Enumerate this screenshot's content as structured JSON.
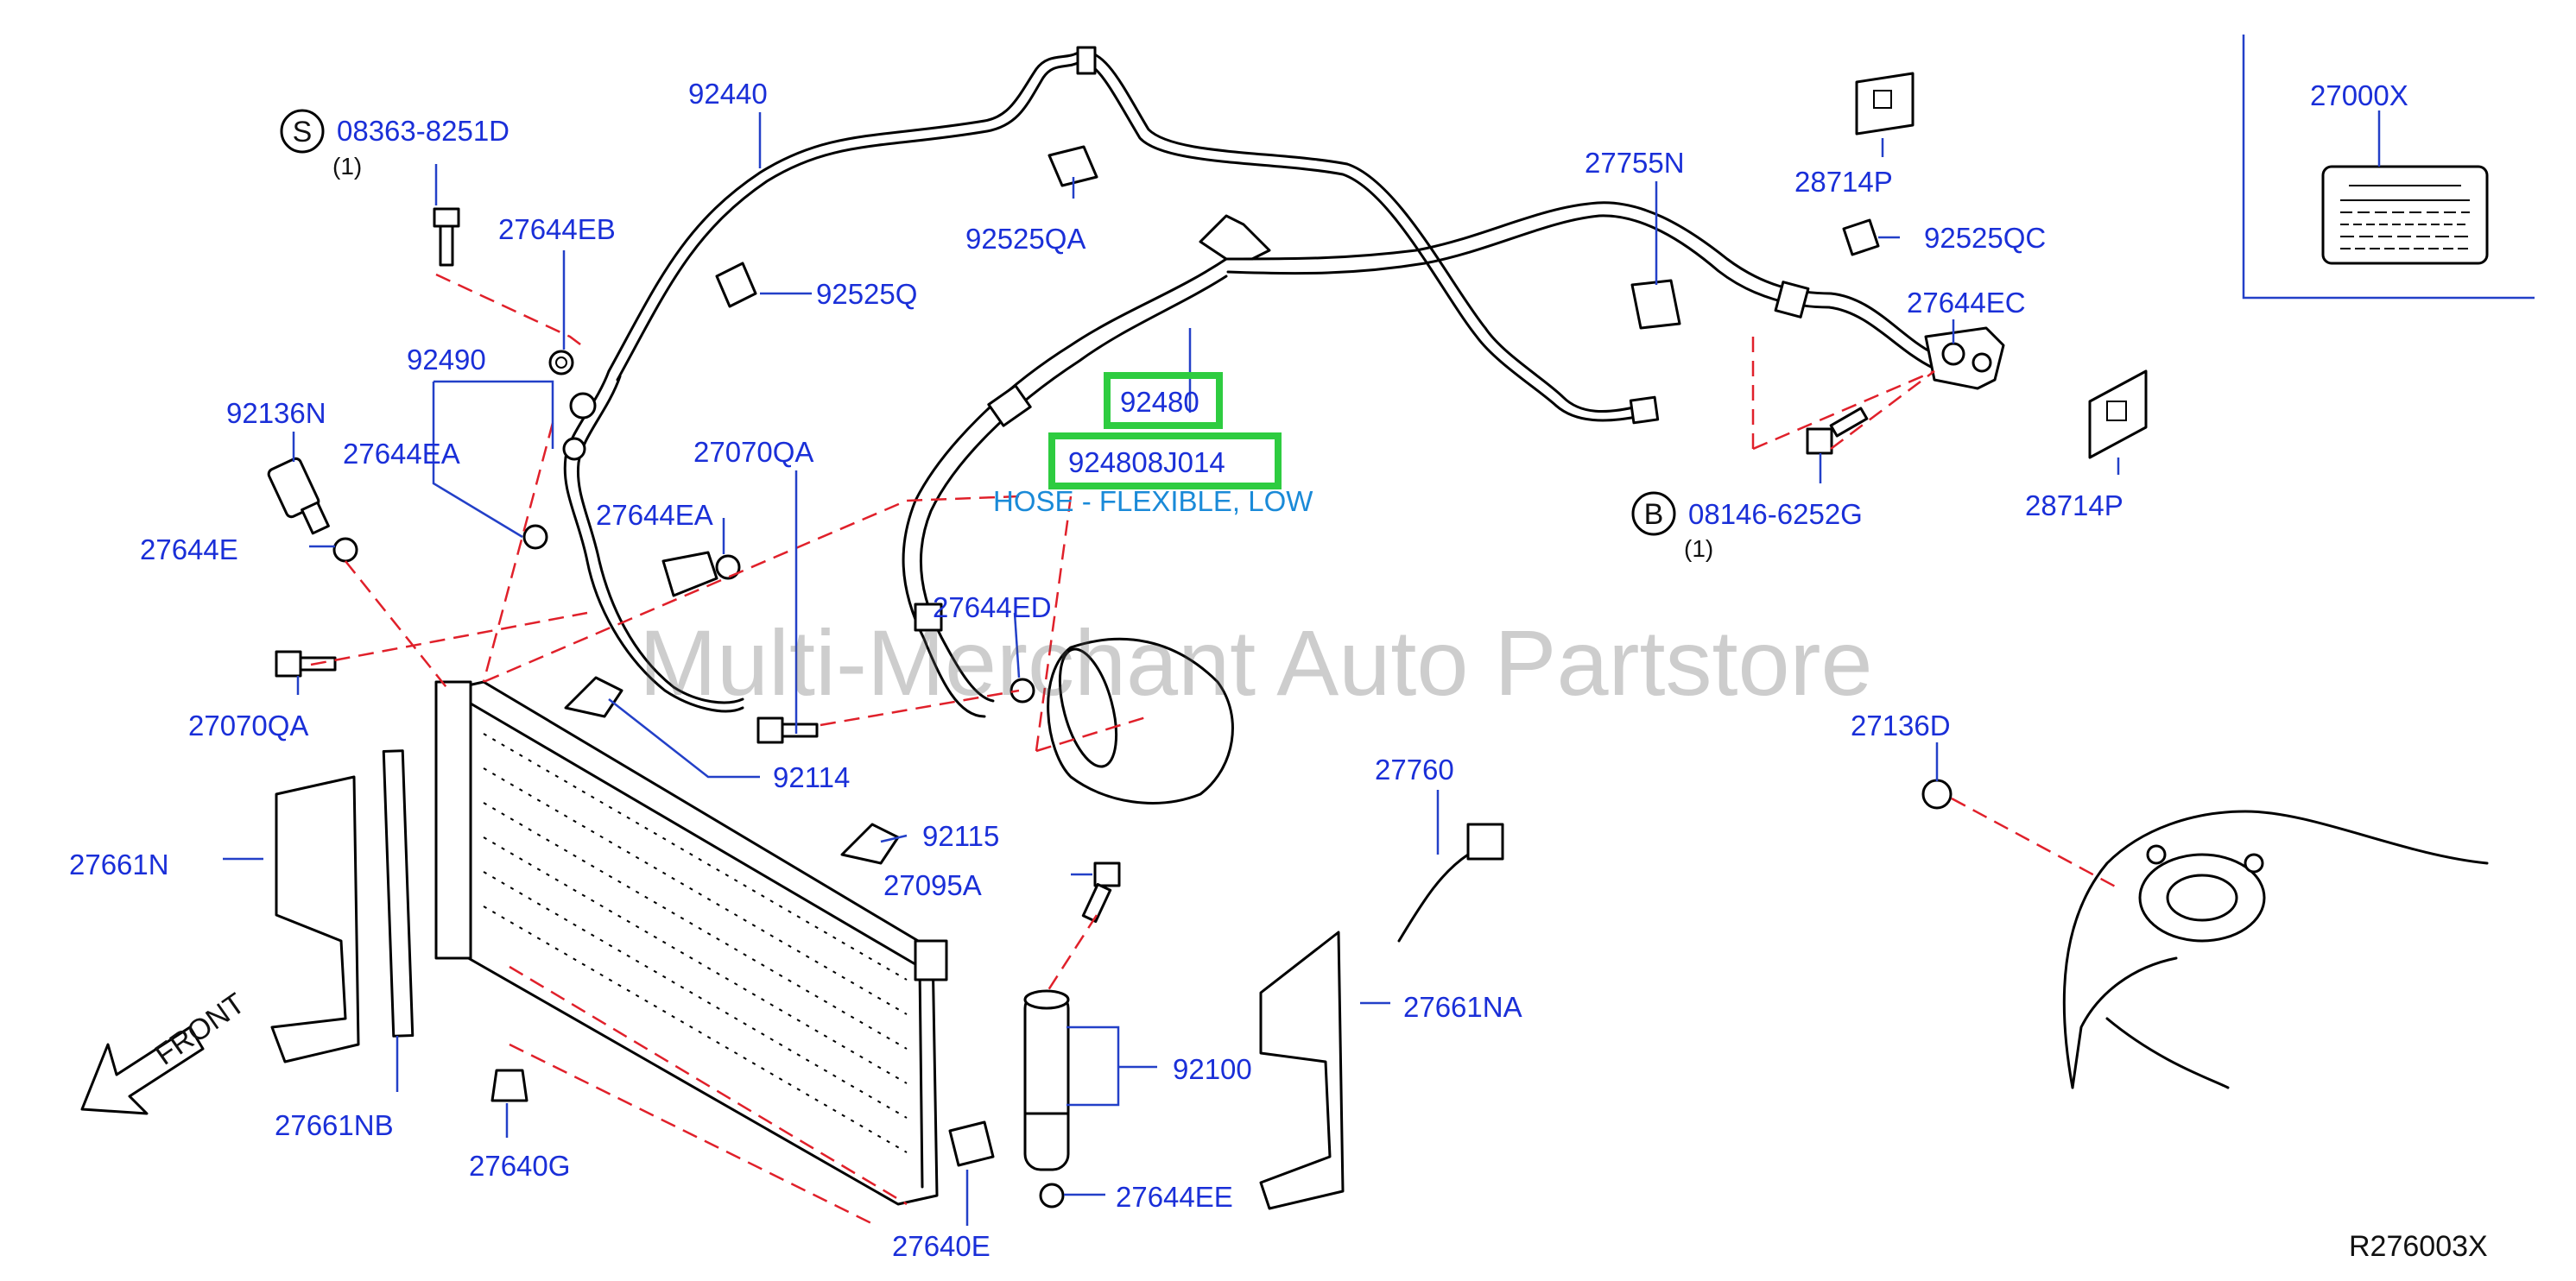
{
  "diagram": {
    "reference_code": "R276003X",
    "watermark": "Multi-Merchant Auto Partstore",
    "front_label": "FRONT",
    "highlight": {
      "part": "92480",
      "part_number": "924808J014",
      "description": "HOSE - FLEXIBLE, LOW"
    },
    "screw_s": {
      "symbol": "S",
      "number": "08363-8251D",
      "qty": "(1)"
    },
    "bolt_b": {
      "symbol": "B",
      "number": "08146-6252G",
      "qty": "(1)"
    },
    "labels": {
      "p92440": "92440",
      "p27644EB": "27644EB",
      "p92525Q": "92525Q",
      "p92525QA": "92525QA",
      "p92490": "92490",
      "p92136N": "92136N",
      "p27644EA_1": "27644EA",
      "p27644EA_2": "27644EA",
      "p27644E": "27644E",
      "p27070QA_1": "27070QA",
      "p27070QA_2": "27070QA",
      "p27644ED": "27644ED",
      "p92114": "92114",
      "p92115": "92115",
      "p27095A": "27095A",
      "p27661N": "27661N",
      "p27661NB": "27661NB",
      "p27640G": "27640G",
      "p27640E": "27640E",
      "p92100": "92100",
      "p27644EE": "27644EE",
      "p27760": "27760",
      "p27661NA": "27661NA",
      "p27755N": "27755N",
      "p28714P_1": "28714P",
      "p28714P_2": "28714P",
      "p92525QC": "92525QC",
      "p27644EC": "27644EC",
      "p27000X": "27000X",
      "p27136D": "27136D"
    }
  }
}
